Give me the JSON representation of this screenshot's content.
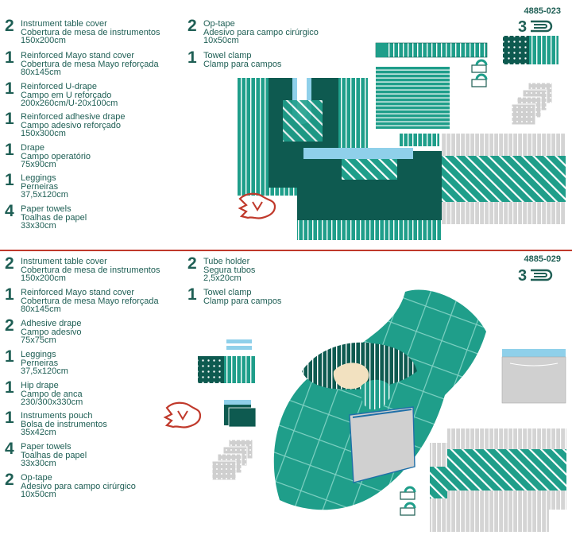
{
  "brand": {
    "logo_text": "3",
    "accent": "#1a8a7a",
    "dark": "#0e5a50",
    "teal": "#1f9e8a",
    "light_blue": "#8fd0ea",
    "red": "#c0392b"
  },
  "top": {
    "code": "4885-023",
    "left_items": [
      {
        "qty": "2",
        "en": "Instrument table cover",
        "pt": "Cobertura de mesa de instrumentos",
        "size": "150x200cm"
      },
      {
        "qty": "1",
        "en": "Reinforced Mayo stand cover",
        "pt": "Cobertura de mesa Mayo reforçada",
        "size": "80x145cm"
      },
      {
        "qty": "1",
        "en": "Reinforced U-drape",
        "pt": "Campo em U reforçado",
        "size": "200x260cm/U-20x100cm"
      },
      {
        "qty": "1",
        "en": "Reinforced adhesive drape",
        "pt": "Campo adesivo reforçado",
        "size": "150x300cm"
      },
      {
        "qty": "1",
        "en": "Drape",
        "pt": "Campo operatório",
        "size": "75x90cm"
      },
      {
        "qty": "1",
        "en": "Leggings",
        "pt": "Perneiras",
        "size": "37,5x120cm"
      },
      {
        "qty": "4",
        "en": "Paper towels",
        "pt": "Toalhas de papel",
        "size": "33x30cm"
      }
    ],
    "right_items": [
      {
        "qty": "2",
        "en": "Op-tape",
        "pt": "Adesivo para campo cirúrgico",
        "size": "10x50cm"
      },
      {
        "qty": "1",
        "en": "Towel clamp",
        "pt": "Clamp para campos",
        "size": ""
      }
    ]
  },
  "bottom": {
    "code": "4885-029",
    "left_items": [
      {
        "qty": "2",
        "en": "Instrument table cover",
        "pt": "Cobertura de mesa de instrumentos",
        "size": "150x200cm"
      },
      {
        "qty": "1",
        "en": "Reinforced Mayo stand cover",
        "pt": "Cobertura de mesa Mayo reforçada",
        "size": "80x145cm"
      },
      {
        "qty": "2",
        "en": "Adhesive drape",
        "pt": "Campo adesivo",
        "size": "75x75cm"
      },
      {
        "qty": "1",
        "en": "Leggings",
        "pt": "Perneiras",
        "size": "37,5x120cm"
      },
      {
        "qty": "1",
        "en": "Hip drape",
        "pt": "Campo de anca",
        "size": "230/300x330cm"
      },
      {
        "qty": "1",
        "en": "Instruments pouch",
        "pt": "Bolsa de instrumentos",
        "size": "35x42cm"
      },
      {
        "qty": "4",
        "en": "Paper towels",
        "pt": "Toalhas de papel",
        "size": "33x30cm"
      },
      {
        "qty": "2",
        "en": "Op-tape",
        "pt": "Adesivo para campo cirúrgico",
        "size": "10x50cm"
      }
    ],
    "right_items": [
      {
        "qty": "2",
        "en": "Tube holder",
        "pt": "Segura tubos",
        "size": "2,5x20cm"
      },
      {
        "qty": "1",
        "en": "Towel clamp",
        "pt": "Clamp para campos",
        "size": ""
      }
    ]
  }
}
